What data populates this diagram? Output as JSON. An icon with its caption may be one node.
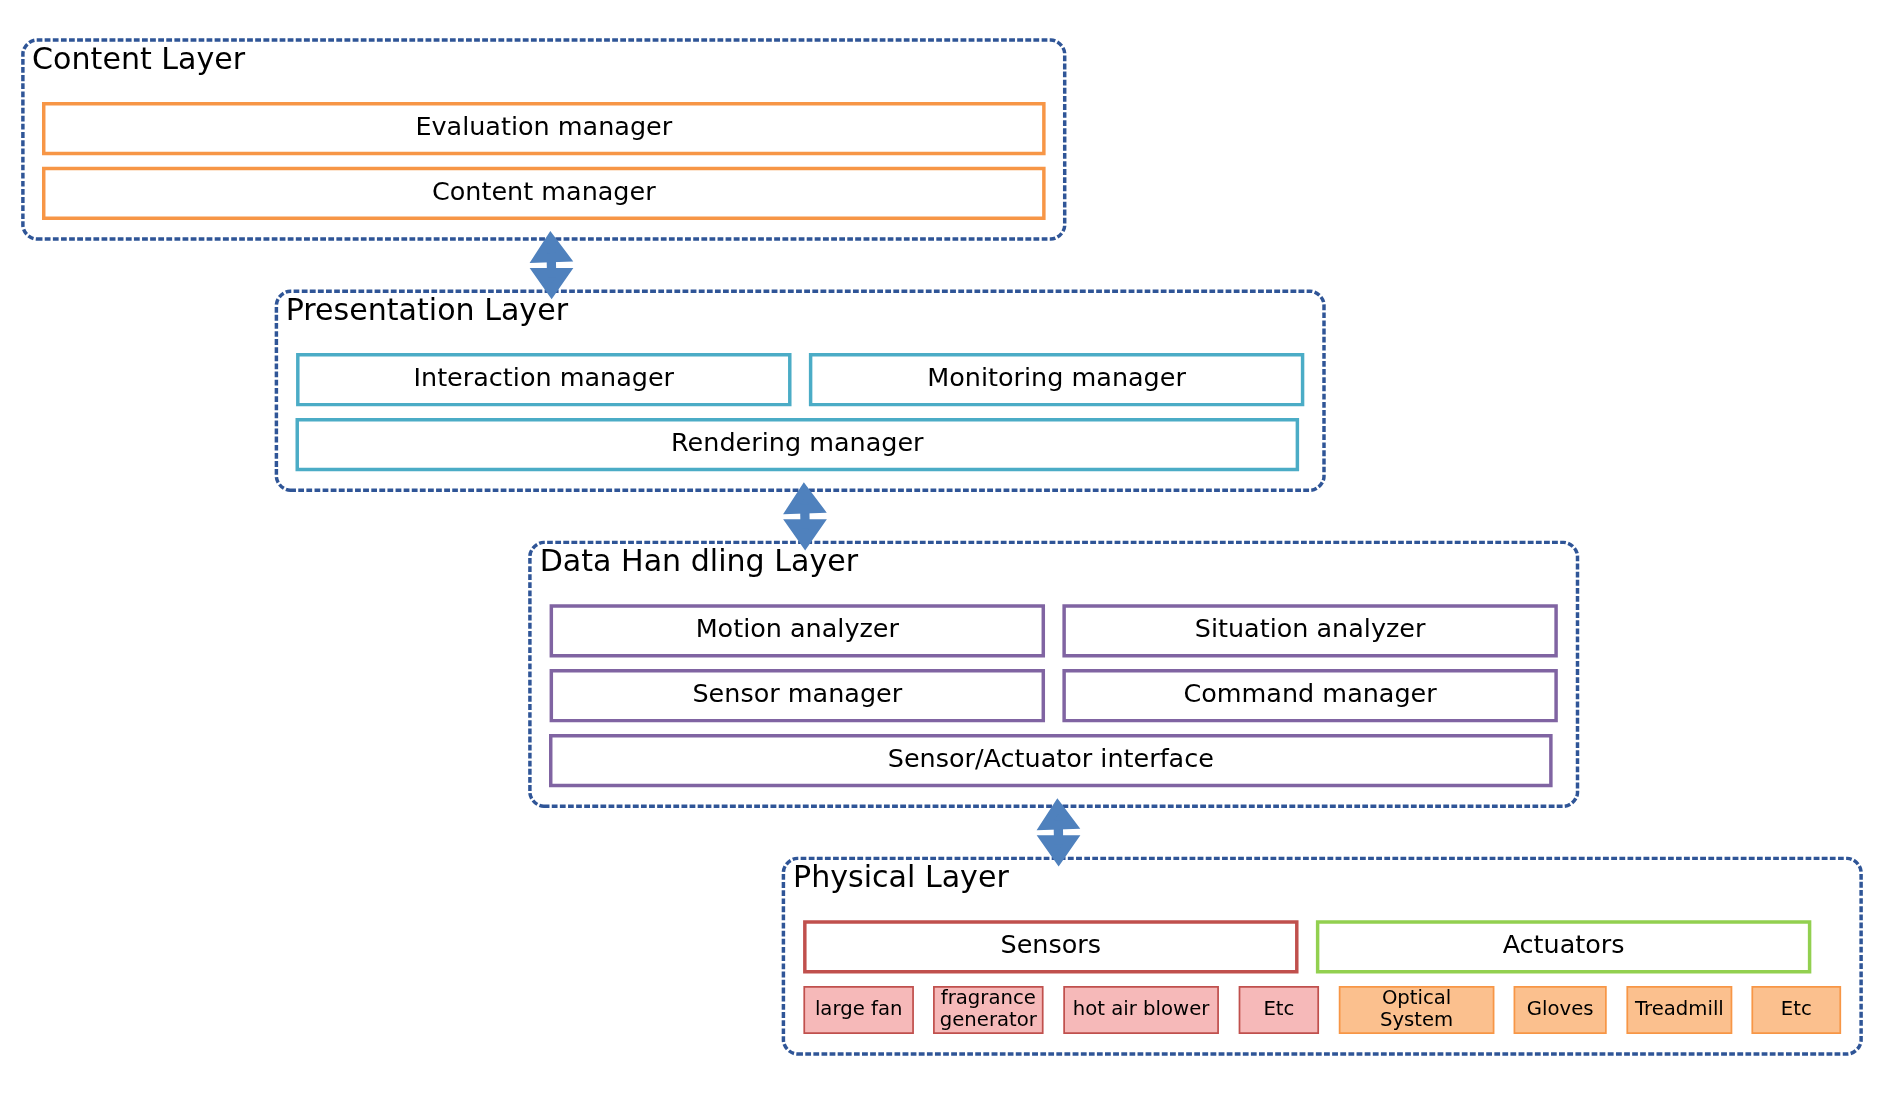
{
  "diagram": {
    "nodes": [
      {
        "text": [
          "Content Layer"
        ]
      },
      {
        "text": [
          "Evaluation manager"
        ],
        "in": 0
      },
      {
        "text": [
          "Content manager"
        ],
        "in": 0
      },
      {
        "text": [
          "Presentation Layer"
        ]
      },
      {
        "text": [
          "Interaction manager"
        ],
        "in": 3
      },
      {
        "text": [
          "Monitoring manager"
        ],
        "in": 3
      },
      {
        "text": [
          "Rendering manager"
        ],
        "in": 3
      },
      {
        "text": [
          "Data Han dling Layer"
        ]
      },
      {
        "text": [
          "Motion analyzer"
        ],
        "in": 7
      },
      {
        "text": [
          "Situation analyzer"
        ],
        "in": 7
      },
      {
        "text": [
          "Sensor manager"
        ],
        "in": 7
      },
      {
        "text": [
          "Command manager"
        ],
        "in": 7
      },
      {
        "text": [
          "Sensor/Actuator interface"
        ],
        "in": 7
      },
      {
        "text": [
          "Physical Layer"
        ]
      },
      {
        "text": [
          "Sensors"
        ],
        "in": 13
      },
      {
        "text": [
          "Actuators"
        ],
        "in": 13
      },
      {
        "text": [
          "large fan"
        ],
        "in": 13
      },
      {
        "text": [
          "fragrance generator"
        ],
        "in": 13
      },
      {
        "text": [
          "hot air blower"
        ],
        "in": 13
      },
      {
        "text": [
          "Etc"
        ],
        "in": 13
      },
      {
        "text": [
          "Optical System"
        ],
        "in": 13
      },
      {
        "text": [
          "Gloves"
        ],
        "in": 13
      },
      {
        "text": [
          "Treadmill"
        ],
        "in": 13
      },
      {
        "text": [
          "Etc"
        ],
        "in": 13
      }
    ],
    "edges": [
      {
        "from": 0,
        "to": 3,
        "arrow": "both"
      },
      {
        "from": 3,
        "to": 7,
        "arrow": "both"
      },
      {
        "from": 7,
        "to": 13,
        "arrow": "both"
      }
    ]
  }
}
